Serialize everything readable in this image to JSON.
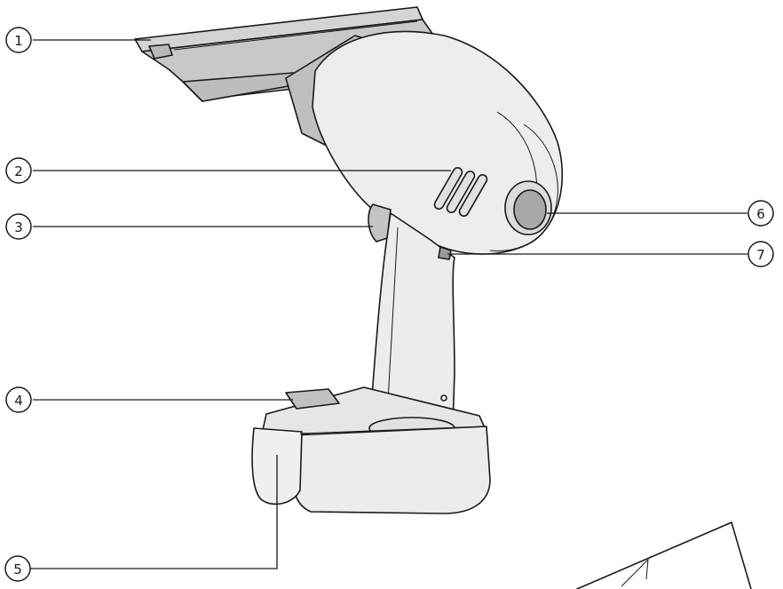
{
  "callouts": [
    {
      "id": "1",
      "label": "1"
    },
    {
      "id": "2",
      "label": "2"
    },
    {
      "id": "3",
      "label": "3"
    },
    {
      "id": "4",
      "label": "4"
    },
    {
      "id": "5",
      "label": "5"
    },
    {
      "id": "6",
      "label": "6"
    },
    {
      "id": "7",
      "label": "7"
    }
  ],
  "colors": {
    "body": "#ededed",
    "squeegee": "#c8c8c8",
    "outline": "#1a1a1a",
    "background": "#ffffff"
  }
}
